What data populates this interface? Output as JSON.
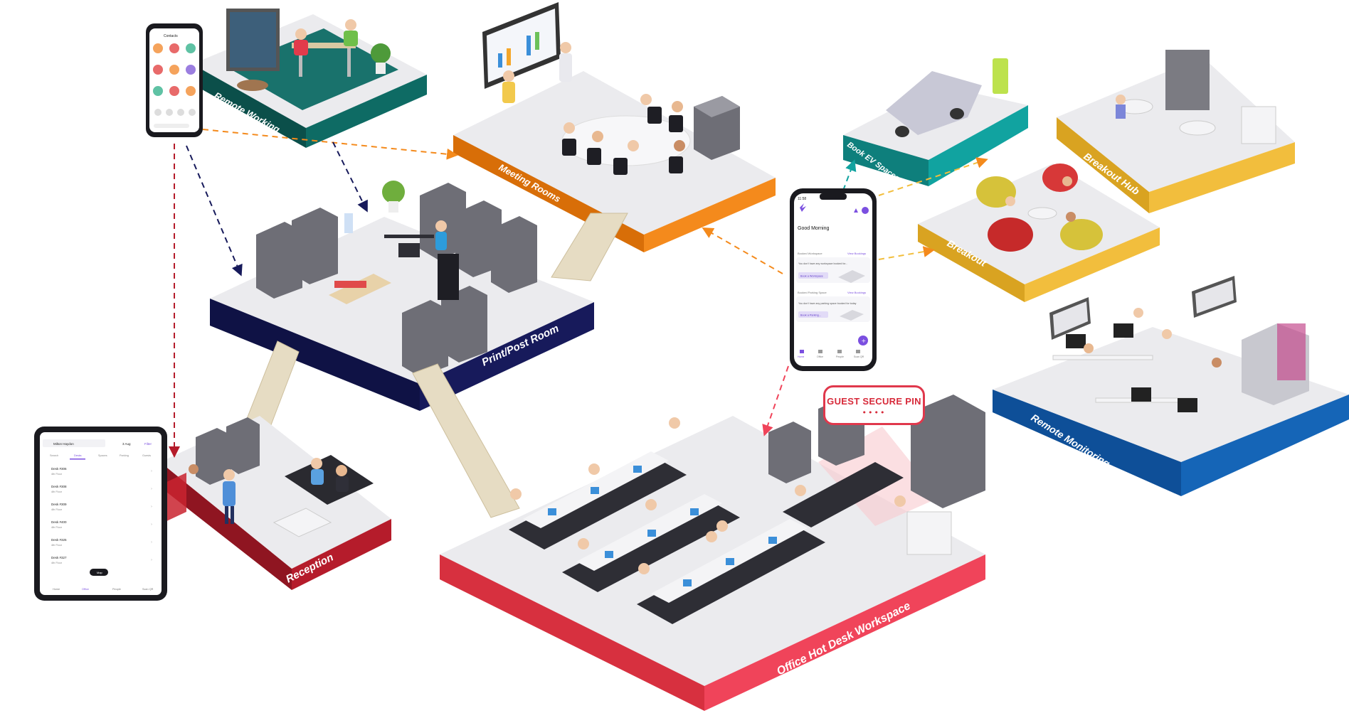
{
  "zones": {
    "remote_working": "Remote Working",
    "meeting_rooms": "Meeting Rooms",
    "print_post_room": "Print/Post Room",
    "book_ev_spaces": "Book EV Spaces",
    "breakout_hub": "Breakout Hub",
    "breakout": "Breakout",
    "remote_monitoring": "Remote Monitoring",
    "reception": "Reception",
    "office_hot_desk": "Office Hot Desk Workspace"
  },
  "guest_pin": {
    "title": "GUEST SECURE PIN",
    "dots": "••••"
  },
  "phone_app": {
    "time": "11:58",
    "greeting": "Good Morning",
    "booked_workspace_label": "Booked Workspace",
    "view_bookings": "View Bookings",
    "no_workspace_text": "You don't have any workspace booked for...",
    "book_workspace_button": "Book a Workspace",
    "booked_parking_label": "Booked Parking Space",
    "no_parking_text": "You don't have any parking space booked for today",
    "book_parking_button": "Book a Parking...",
    "nav": [
      "Home",
      "Office",
      "People",
      "Scan QR"
    ]
  },
  "contacts_phone": {
    "title": "Contacts"
  },
  "tablet_app": {
    "user_name": "Milton Haydon",
    "date": "3 Aug",
    "filter": "Filter",
    "tabs": [
      "Search",
      "Desks",
      "Spaces",
      "Parking",
      "Guests"
    ],
    "desks": [
      {
        "name": "Desk #306",
        "floor": "4th Floor"
      },
      {
        "name": "Desk #308",
        "floor": "4th Floor"
      },
      {
        "name": "Desk #309",
        "floor": "4th Floor"
      },
      {
        "name": "Desk #400",
        "floor": "4th Floor"
      },
      {
        "name": "Desk #325",
        "floor": "4th Floor"
      },
      {
        "name": "Desk #327",
        "floor": "4th Floor"
      }
    ],
    "map_button": "Map",
    "nav": [
      "Home",
      "Office",
      "People",
      "Scan QR"
    ]
  },
  "colors": {
    "remote_working": "#0e6b64",
    "meeting_rooms": "#f48a1c",
    "print_post_room": "#171a5b",
    "book_ev_spaces": "#11a3a0",
    "breakout": "#f2be3d",
    "remote_monitoring": "#1565b7",
    "reception": "#b51c2b",
    "office_hot_desk": "#f0445a",
    "platform_top": "#ebebee",
    "accent_purple": "#7b4fe0"
  }
}
